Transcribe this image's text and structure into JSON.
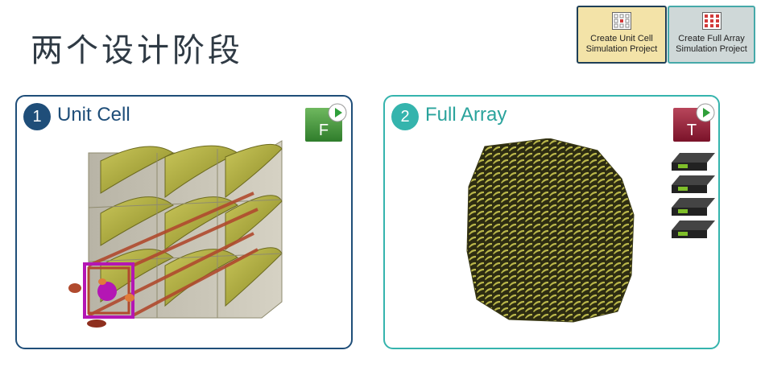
{
  "title": "两个设计阶段",
  "toolbar": {
    "unit_cell_label_1": "Create Unit Cell",
    "unit_cell_label_2": "Simulation Project",
    "full_array_label_1": "Create Full Array",
    "full_array_label_2": "Simulation Project"
  },
  "panels": [
    {
      "number": "1",
      "title": "Unit Cell",
      "solver_letter": "F",
      "solver_color": "#3f8f3a"
    },
    {
      "number": "2",
      "title": "Full Array",
      "solver_letter": "T",
      "solver_color": "#8e1c35"
    }
  ],
  "colors": {
    "unit_cell_border": "#1f4e79",
    "full_array_border": "#35b4ad",
    "antenna_fill": "#a3a13a",
    "waveguide": "#b04a2e",
    "port": "#b416b4"
  },
  "icons": [
    "unit-cell-grid-icon",
    "full-array-grid-icon",
    "play-icon",
    "gpu-card-icon"
  ]
}
